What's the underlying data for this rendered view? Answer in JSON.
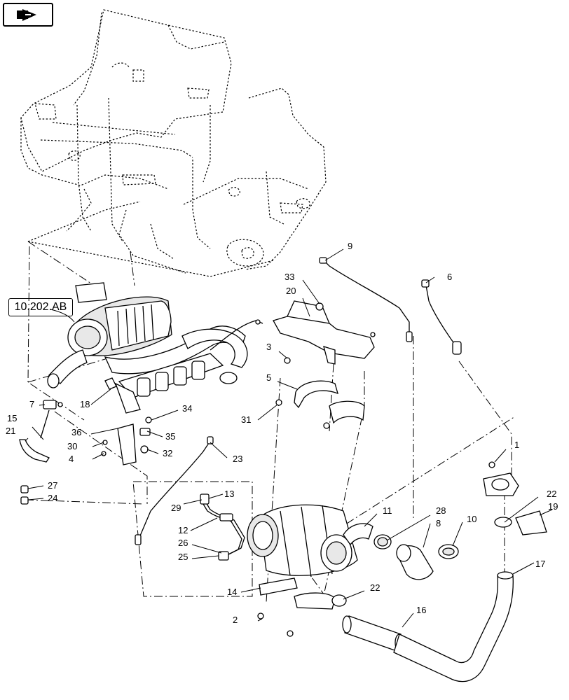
{
  "nav_button": {
    "icon": "arrow-icon",
    "label": ""
  },
  "reference_link": {
    "text": "10.202.AB"
  },
  "callouts": [
    {
      "id": "c1",
      "text": "1"
    },
    {
      "id": "c2",
      "text": "2"
    },
    {
      "id": "c3",
      "text": "3"
    },
    {
      "id": "c4",
      "text": "4"
    },
    {
      "id": "c5",
      "text": "5"
    },
    {
      "id": "c6",
      "text": "6"
    },
    {
      "id": "c7",
      "text": "7"
    },
    {
      "id": "c8",
      "text": "8"
    },
    {
      "id": "c9",
      "text": "9"
    },
    {
      "id": "c10",
      "text": "10"
    },
    {
      "id": "c11",
      "text": "11"
    },
    {
      "id": "c12",
      "text": "12"
    },
    {
      "id": "c13",
      "text": "13"
    },
    {
      "id": "c14",
      "text": "14"
    },
    {
      "id": "c15",
      "text": "15"
    },
    {
      "id": "c16",
      "text": "16"
    },
    {
      "id": "c17",
      "text": "17"
    },
    {
      "id": "c18",
      "text": "18"
    },
    {
      "id": "c19",
      "text": "19"
    },
    {
      "id": "c20",
      "text": "20"
    },
    {
      "id": "c21",
      "text": "21"
    },
    {
      "id": "c22a",
      "text": "22"
    },
    {
      "id": "c22b",
      "text": "22"
    },
    {
      "id": "c23",
      "text": "23"
    },
    {
      "id": "c24",
      "text": "24"
    },
    {
      "id": "c25",
      "text": "25"
    },
    {
      "id": "c26",
      "text": "26"
    },
    {
      "id": "c27",
      "text": "27"
    },
    {
      "id": "c28",
      "text": "28"
    },
    {
      "id": "c29",
      "text": "29"
    },
    {
      "id": "c30",
      "text": "30"
    },
    {
      "id": "c31",
      "text": "31"
    },
    {
      "id": "c32",
      "text": "32"
    },
    {
      "id": "c33",
      "text": "33"
    },
    {
      "id": "c34",
      "text": "34"
    },
    {
      "id": "c35",
      "text": "35"
    },
    {
      "id": "c36",
      "text": "36"
    }
  ]
}
